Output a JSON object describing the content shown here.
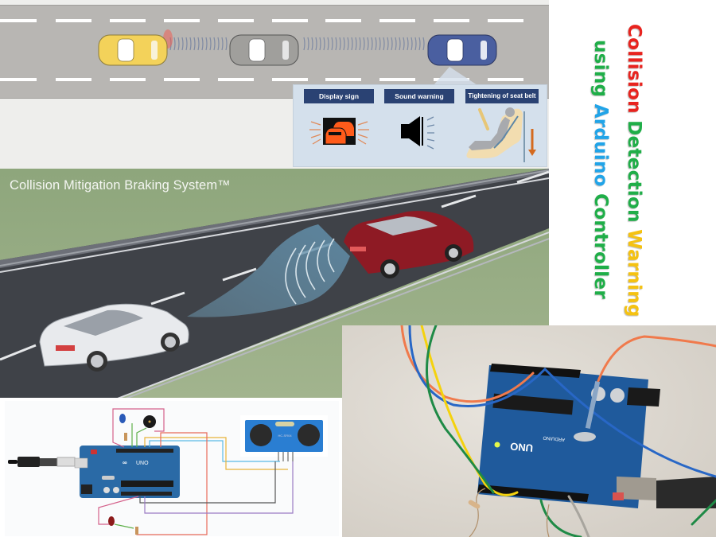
{
  "title": {
    "line1": [
      {
        "text": "Collision",
        "color": "#e8231e"
      },
      {
        "text": "Detection",
        "color": "#1fae48"
      },
      {
        "text": "Warning",
        "color": "#f5c211"
      }
    ],
    "line2": [
      {
        "text": "using",
        "color": "#1fae48"
      },
      {
        "text": "Arduino",
        "color": "#21a4e8"
      },
      {
        "text": "Controller",
        "color": "#1fae48"
      }
    ]
  },
  "road_diagram": {
    "features": [
      {
        "label": "Display sign",
        "icon": "display-sign-icon"
      },
      {
        "label": "Sound warning",
        "icon": "speaker-icon"
      },
      {
        "label": "Tightening of seat belt",
        "icon": "seat-belt-icon"
      }
    ],
    "car_colors": [
      "#f3d25a",
      "#9b9b98",
      "#4a5fa0"
    ]
  },
  "cmbs": {
    "title": "Collision Mitigation Braking System™"
  },
  "circuit": {
    "board_label": "UNO",
    "sensor_label": "HC-SR04"
  },
  "photo": {
    "board_label": "UNO",
    "brand": "ARDUINO"
  }
}
